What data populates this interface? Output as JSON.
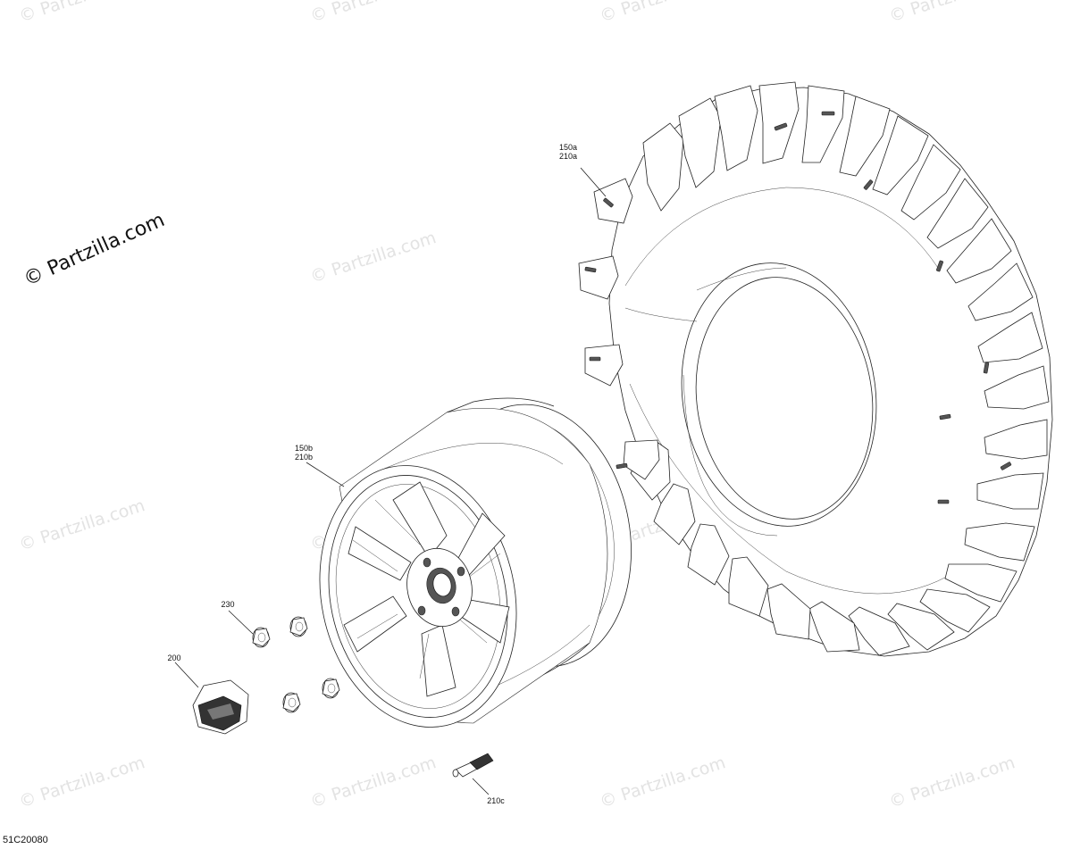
{
  "watermark": {
    "main_text": "© Partzilla.com",
    "tile_text": "© Partzilla.com"
  },
  "callouts": {
    "tire": "150a\n210a",
    "rim": "150b\n210b",
    "nut": "230",
    "cap": "200",
    "valve": "210c"
  },
  "document_id": "51C20080"
}
